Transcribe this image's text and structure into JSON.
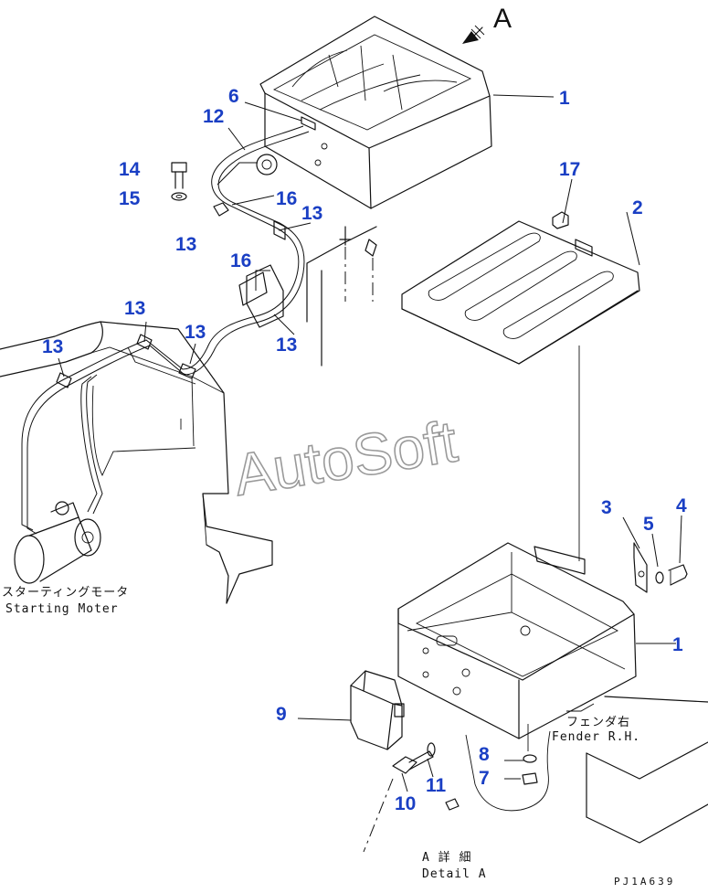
{
  "diagram": {
    "view_marker": "A",
    "watermark": "AutoSoft",
    "drawing_code": "PJ1A639",
    "callouts": [
      {
        "id": "c1a",
        "label": "1"
      },
      {
        "id": "c1b",
        "label": "1"
      },
      {
        "id": "c2",
        "label": "2"
      },
      {
        "id": "c3",
        "label": "3"
      },
      {
        "id": "c4",
        "label": "4"
      },
      {
        "id": "c5",
        "label": "5"
      },
      {
        "id": "c6",
        "label": "6"
      },
      {
        "id": "c7",
        "label": "7"
      },
      {
        "id": "c8",
        "label": "8"
      },
      {
        "id": "c9",
        "label": "9"
      },
      {
        "id": "c10",
        "label": "10"
      },
      {
        "id": "c11",
        "label": "11"
      },
      {
        "id": "c12",
        "label": "12"
      },
      {
        "id": "c13a",
        "label": "13"
      },
      {
        "id": "c13b",
        "label": "13"
      },
      {
        "id": "c13c",
        "label": "13"
      },
      {
        "id": "c13d",
        "label": "13"
      },
      {
        "id": "c13e",
        "label": "13"
      },
      {
        "id": "c13f",
        "label": "13"
      },
      {
        "id": "c14",
        "label": "14"
      },
      {
        "id": "c15",
        "label": "15"
      },
      {
        "id": "c16a",
        "label": "16"
      },
      {
        "id": "c16b",
        "label": "16"
      },
      {
        "id": "c17",
        "label": "17"
      }
    ],
    "notes": {
      "starting_motor_jp": "スターティングモータ",
      "starting_motor_en": "Starting Moter",
      "fender_jp": "フェンダ右",
      "fender_en": "Fender R.H.",
      "detail_jp": "A 詳 細",
      "detail_en": "Detail A"
    }
  }
}
